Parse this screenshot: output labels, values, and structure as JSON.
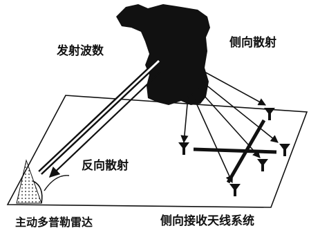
{
  "labels": {
    "transmitted_wavenumber": "发射波数",
    "side_scatter": "侧向散射",
    "back_scatter": "反向散射",
    "active_doppler_radar": "主动多普勒雷达",
    "side_receiving_antenna_system": "侧向接收天线系统"
  },
  "colors": {
    "ink": "#111111",
    "background": "#ffffff"
  }
}
